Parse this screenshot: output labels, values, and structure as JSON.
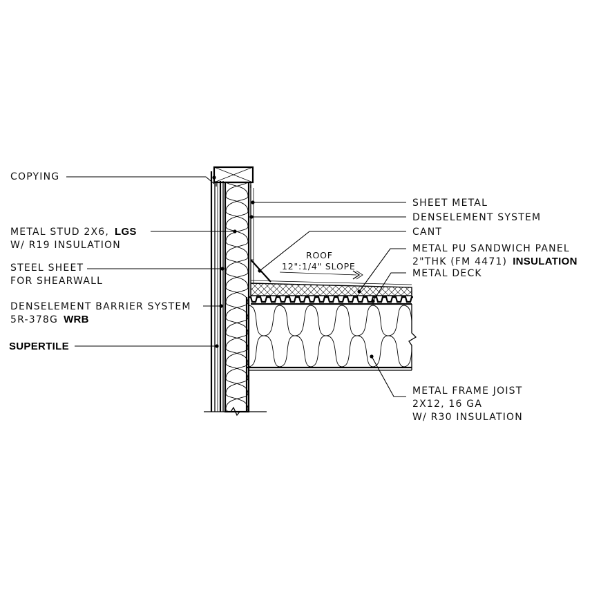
{
  "labels": {
    "copying": "COPYING",
    "metal_stud_line1": "METAL STUD 2X6,",
    "metal_stud_bold": "LGS",
    "metal_stud_line2": "W/ R19 INSULATION",
    "steel_sheet_line1": "STEEL SHEET",
    "steel_sheet_line2": "FOR SHEARWALL",
    "barrier_line1": "DENSELEMENT BARRIER SYSTEM",
    "barrier_line2": "5R-378G",
    "barrier_bold": "WRB",
    "supertile": "SUPERTILE",
    "sheet_metal": "SHEET METAL",
    "denselement_system": "DENSELEMENT SYSTEM",
    "cant": "CANT",
    "pu_panel_line1": "METAL PU SANDWICH PANEL",
    "pu_panel_line2": "2\"THK (FM 4471)",
    "pu_panel_bold": "INSULATION",
    "metal_deck": "METAL DECK",
    "joist_line1": "METAL FRAME JOIST",
    "joist_line2": "2X12, 16 GA",
    "joist_line3": "W/ R30 INSULATION",
    "roof": "ROOF",
    "slope": "12\":1/4\" SLOPE"
  }
}
